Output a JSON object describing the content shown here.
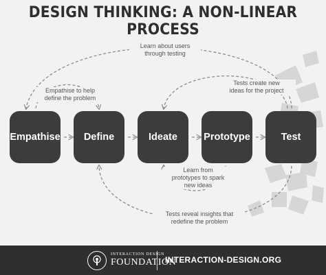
{
  "title": "DESIGN THINKING: A NON-LINEAR PROCESS",
  "stages": [
    "Empathise",
    "Define",
    "Ideate",
    "Prototype",
    "Test"
  ],
  "notes": {
    "learn_users": "Learn about users\nthrough testing",
    "empathise_help": "Empathise to help\ndefine the problem",
    "tests_ideas": "Tests create new\nideas for the project",
    "learn_prototypes": "Learn from\nprototypes to spark\nnew ideas",
    "tests_insights": "Tests reveal insights that\nredefine the problem"
  },
  "footer": {
    "org_small": "INTERACTION DESIGN",
    "org_big": "FOUNDATION",
    "website": "INTERACTION-DESIGN.ORG"
  },
  "colors": {
    "stage_fill": "#3c3c3c",
    "footer_bg": "#2f2f2f",
    "background": "#f2f2f2",
    "decor": "#d4d4d4"
  },
  "icons": [
    "tree-logo-icon"
  ]
}
